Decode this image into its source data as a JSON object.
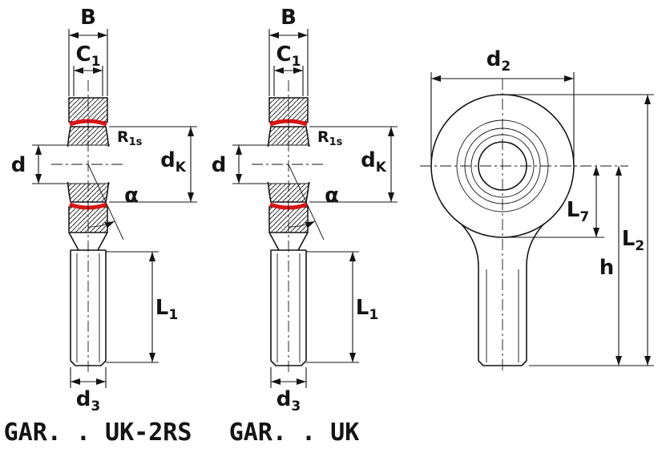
{
  "labels": {
    "B": {
      "main": "B"
    },
    "C1": {
      "main": "C",
      "sub": "1"
    },
    "R1s": {
      "main": "R",
      "sub": "1s"
    },
    "d": {
      "main": "d"
    },
    "dK": {
      "main": "d",
      "sub": "K"
    },
    "alpha": {
      "main": "α"
    },
    "L1": {
      "main": "L",
      "sub": "1"
    },
    "d3": {
      "main": "d",
      "sub": "3"
    },
    "d2": {
      "main": "d",
      "sub": "2"
    },
    "L7": {
      "main": "L",
      "sub": "7"
    },
    "L2": {
      "main": "L",
      "sub": "2"
    },
    "h": {
      "main": "h"
    }
  },
  "captions": {
    "left": "GAR. . UK-2RS",
    "middle": "GAR. . UK"
  },
  "colors": {
    "line": "#141414",
    "seal": "#d81414",
    "background": "#ffffff"
  }
}
